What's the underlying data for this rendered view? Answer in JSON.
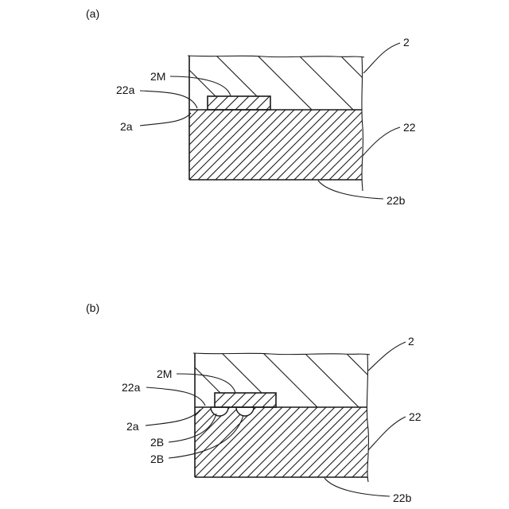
{
  "panels": [
    {
      "id": "a",
      "panel_label": "(a)",
      "labels": {
        "part_2": "2",
        "part_2M": "2M",
        "part_22a": "22a",
        "part_2a": "2a",
        "part_22": "22",
        "part_22b": "22b"
      }
    },
    {
      "id": "b",
      "panel_label": "(b)",
      "labels": {
        "part_2": "2",
        "part_2M": "2M",
        "part_22a": "22a",
        "part_2a": "2a",
        "part_2B_first": "2B",
        "part_2B_second": "2B",
        "part_22": "22",
        "part_22b": "22b"
      }
    }
  ],
  "colors": {
    "line": "#1a1a1a",
    "background": "#ffffff"
  }
}
